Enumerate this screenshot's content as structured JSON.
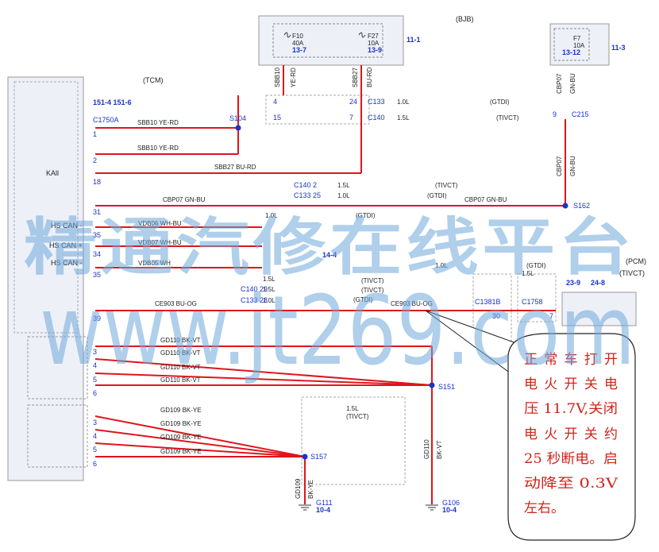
{
  "modules": {
    "bjb": "(BJB)",
    "tcm": "(TCM)",
    "pcm": "(PCM)",
    "tcm_pin_ref": "151-4  151-6",
    "pcm_ref_a": "23-9",
    "pcm_ref_b": "24-8",
    "pcm_variant": "(TIVCT)"
  },
  "fuses": {
    "f10": {
      "name": "F10",
      "rating": "40A",
      "ref": "13-7"
    },
    "f27": {
      "name": "F27",
      "rating": "10A",
      "ref": "13-9"
    },
    "f7": {
      "name": "F7",
      "rating": "10A",
      "ref": "13-12"
    },
    "bjb_ref": "11-1",
    "f7_ref": "11-3"
  },
  "connectors": {
    "c1750a": "C1750A",
    "c133": "C133",
    "c140": "C140",
    "c215": "C215",
    "c1381b": "C1381B",
    "c1758": "C1758",
    "c215_pin": "9",
    "c1381b_pin": "30",
    "c1758_pin": "7",
    "c140_2": "C140  2",
    "c133_25": "C133  25",
    "c140_29": "C140  29",
    "c133_28": "C133  28",
    "pin4": "4",
    "pin24": "24",
    "pin15": "15",
    "pin7": "7"
  },
  "splices": {
    "s104": "S104",
    "s162": "S162",
    "s151": "S151",
    "s157": "S157"
  },
  "grounds": {
    "g111": {
      "name": "G111",
      "ref": "10-4"
    },
    "g106": {
      "name": "G106",
      "ref": "10-4"
    }
  },
  "wires": {
    "sbb10_v": "SBB10",
    "ye_rd_v": "YE-RD",
    "sbb27_v": "SBB27",
    "bu_rd_v": "BU-RD",
    "cbp07_v": "CBP07",
    "gn_bu_v": "GN-BU",
    "w1": "SBB10   YE-RD",
    "w2": "SBB10   YE-RD",
    "w18": "SBB27   BU-RD",
    "w31": "CBP07   GN-BU",
    "w31b": "CBP07   GN-BU",
    "vdb06": "VDB06    WH-BU",
    "vdb07": "VDB07    WH-BU",
    "vdb05": "VDB05    WH",
    "ce903": "CE903    BU-OG",
    "ce903b": "CE903    BU-OG",
    "gd110": "GD110    BK-VT",
    "gd109": "GD109    BK-YE",
    "gd110_v": "GD110",
    "bk_vt_v": "BK-VT",
    "gd109_v": "GD109",
    "bk_ye_v": "BK-YE"
  },
  "pins": {
    "p1": "1",
    "p2": "2",
    "p18": "18",
    "p31": "31",
    "p35a": "35",
    "p34": "34",
    "p35b": "35",
    "p39": "39",
    "p3a": "3",
    "p4a": "4",
    "p5a": "5",
    "p6a": "6",
    "p3b": "3",
    "p4b": "4",
    "p5b": "5",
    "p6b": "6"
  },
  "pin_names": {
    "kall": "KAll",
    "hs_can_minus": "HS CAN -",
    "hs_can_plus": "HS CAN +",
    "hs_can_minus2": "HS CAN -"
  },
  "sizes": {
    "s10l": "1.0L",
    "s15l": "1.5L",
    "ref_144": "14-4"
  },
  "variants": {
    "gtdi": "(GTDI)",
    "tivct": "(TIVCT)"
  },
  "watermark": {
    "cn": "精通汽修在线平台",
    "en": "www.jt269.com"
  },
  "note": {
    "lines": [
      "正常车打开",
      "电火开关电",
      "压 11.7V,关闭",
      "电火开关约",
      "25 秒断电。启",
      "动降至  0.3V",
      "左右。"
    ]
  },
  "colors": {
    "wire": "#e0141b",
    "splice": "#1a33c9",
    "watermark": "#6fa8dc",
    "note": "#d0241b"
  }
}
